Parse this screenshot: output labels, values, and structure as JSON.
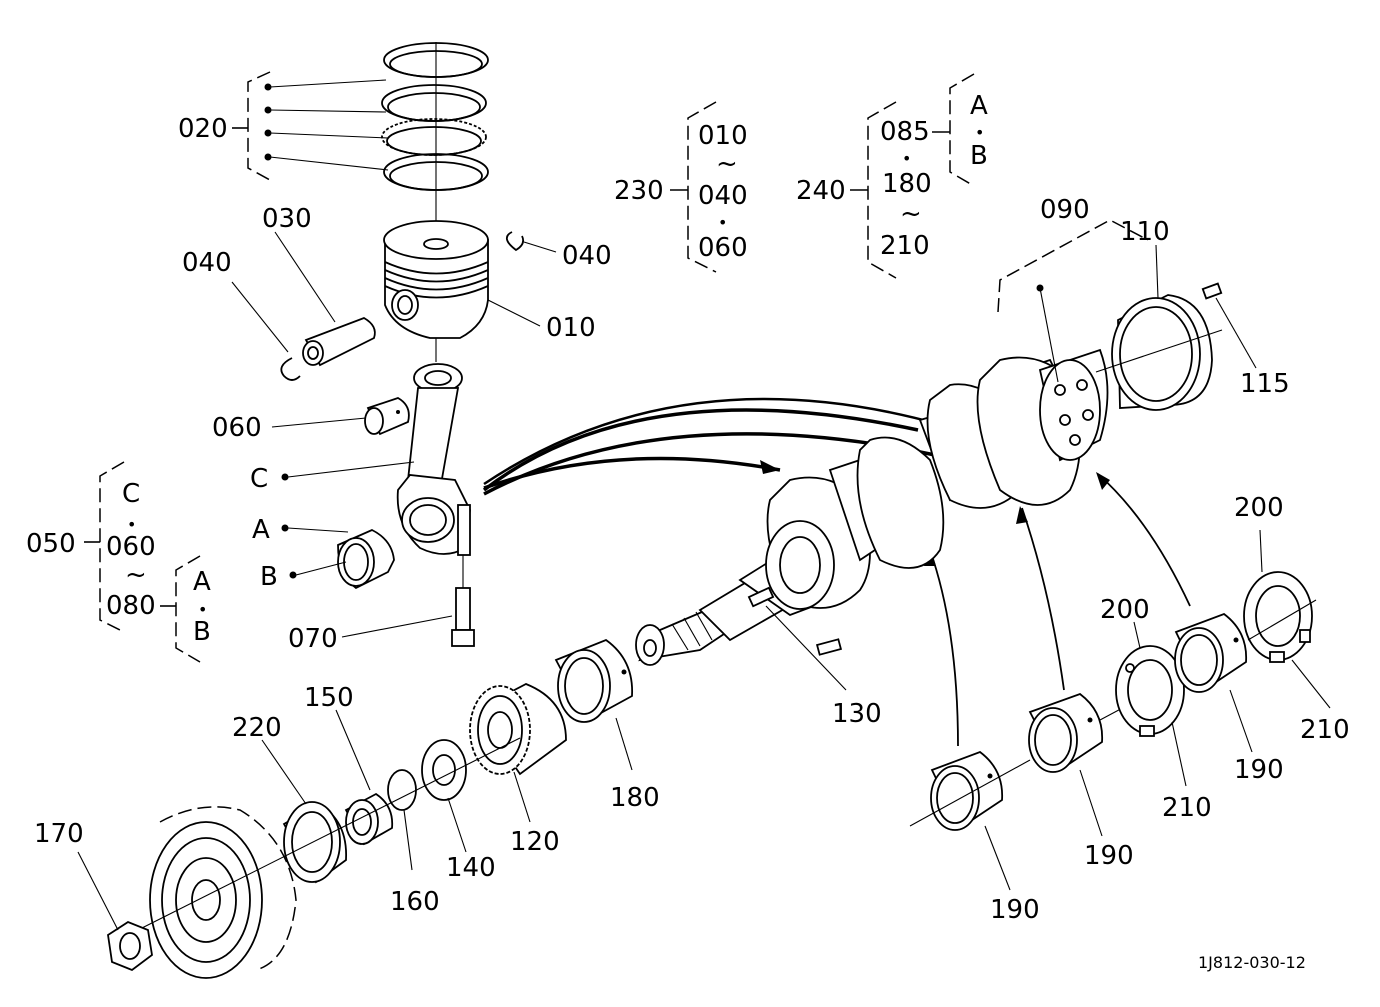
{
  "colors": {
    "ink": "#000000",
    "paper": "#ffffff"
  },
  "callouts": {
    "c020": "020",
    "c030": "030",
    "c040a": "040",
    "c040b": "040",
    "c010": "010",
    "c060": "060",
    "cC": "C",
    "cA": "A",
    "cB": "B",
    "c070": "070",
    "c090": "090",
    "c110": "110",
    "c115": "115",
    "c130": "130",
    "c180": "180",
    "c120": "120",
    "c140": "140",
    "c150": "150",
    "c160": "160",
    "c170": "170",
    "c220": "220",
    "c200a": "200",
    "c200b": "200",
    "c210a": "210",
    "c210b": "210",
    "c190a": "190",
    "c190b": "190",
    "c190c": "190"
  },
  "group050": {
    "label": "050",
    "item1": "C",
    "sep1": "•",
    "item2": "060",
    "tilde": "~",
    "item3": "080",
    "sub1": "A",
    "sep2": "•",
    "sub2": "B"
  },
  "group230": {
    "label": "230",
    "item1": "010",
    "tilde": "~",
    "item2": "040",
    "sep": "•",
    "item3": "060"
  },
  "group240": {
    "label": "240",
    "item1": "085",
    "sep1": "•",
    "item2": "180",
    "tilde": "~",
    "item3": "210",
    "sub1": "A",
    "sep2": "•",
    "sub2": "B"
  },
  "drawing_code": "1J812-030-12"
}
